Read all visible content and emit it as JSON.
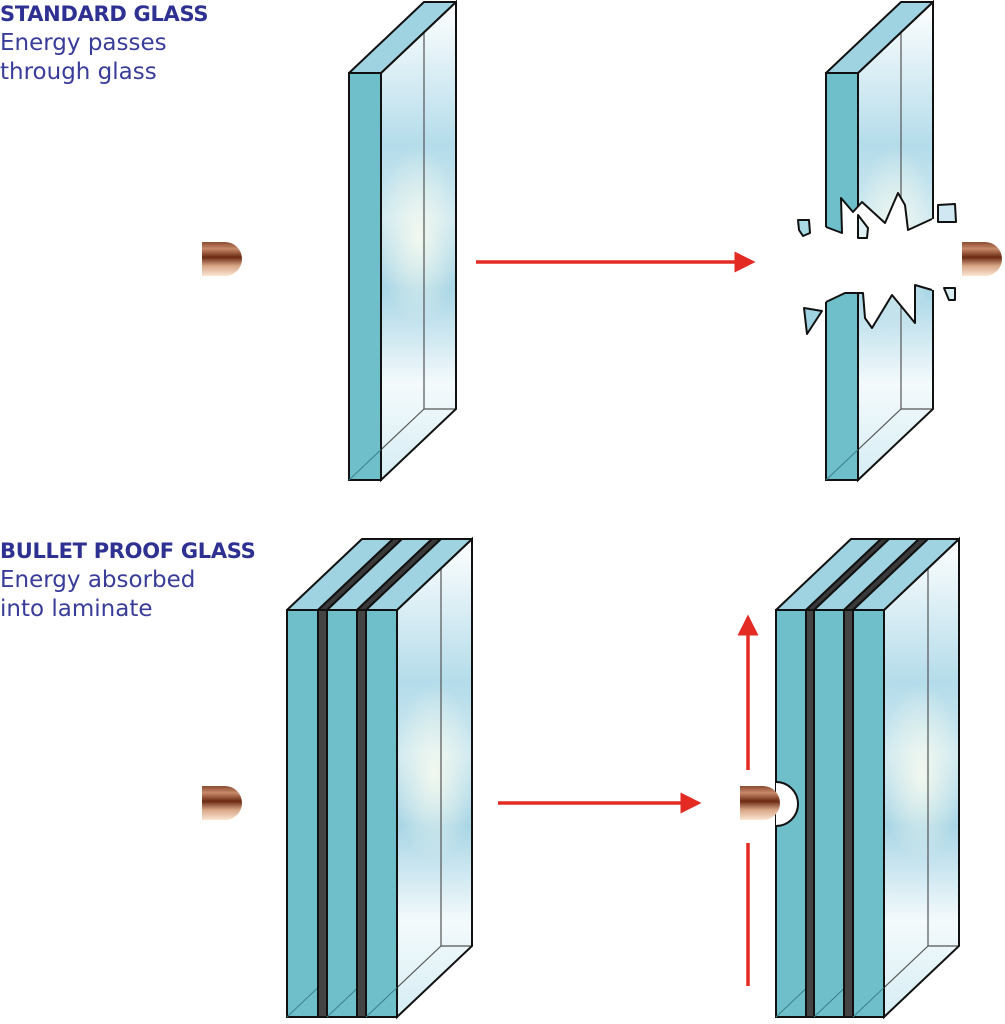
{
  "standard": {
    "title": "STANDARD GLASS",
    "desc_line1": "Energy passes",
    "desc_line2": "through glass"
  },
  "bulletproof": {
    "title": "BULLET PROOF GLASS",
    "desc_line1": "Energy absorbed",
    "desc_line2": "into laminate"
  },
  "colors": {
    "text": "#2e3192",
    "glass_edge": "#6fbfcb",
    "interlayer": "#444444",
    "arrow": "#e32b24"
  }
}
